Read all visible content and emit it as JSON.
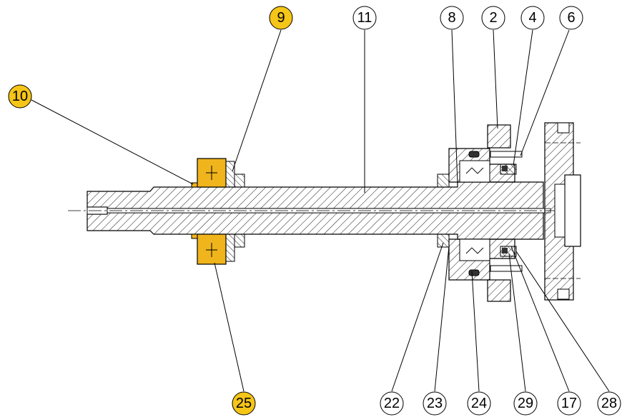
{
  "balloons": {
    "b9": {
      "label": "9",
      "highlighted": true
    },
    "b10": {
      "label": "10",
      "highlighted": true
    },
    "b11": {
      "label": "11",
      "highlighted": false
    },
    "b8": {
      "label": "8",
      "highlighted": false
    },
    "b2": {
      "label": "2",
      "highlighted": false
    },
    "b4": {
      "label": "4",
      "highlighted": false
    },
    "b6": {
      "label": "6",
      "highlighted": false
    },
    "b25": {
      "label": "25",
      "highlighted": true
    },
    "b22": {
      "label": "22",
      "highlighted": false
    },
    "b23": {
      "label": "23",
      "highlighted": false
    },
    "b24": {
      "label": "24",
      "highlighted": false
    },
    "b29": {
      "label": "29",
      "highlighted": false
    },
    "b17": {
      "label": "17",
      "highlighted": false
    },
    "b28": {
      "label": "28",
      "highlighted": false
    }
  },
  "colors": {
    "highlight": "#f5c518",
    "part_fill": "#f0b41c",
    "line": "#000000",
    "background": "#ffffff"
  }
}
